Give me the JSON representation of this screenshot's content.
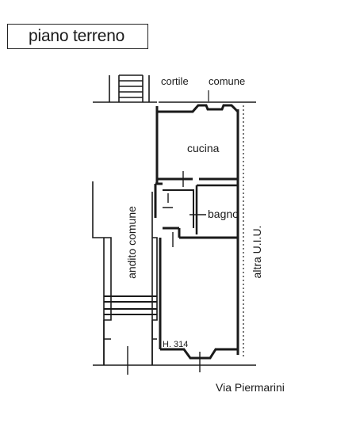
{
  "header": {
    "floor_label": "piano terreno"
  },
  "rooms": {
    "cucina": "cucina",
    "bagno": "bagno"
  },
  "surroundings": {
    "cortile": "cortile",
    "comune": "comune",
    "andito": "andito comune",
    "altra_uiu": "altra U.I.U.",
    "street": "Via Piermarini"
  },
  "annotations": {
    "height": "H. 314"
  },
  "colors": {
    "ink": "#1a1a1a",
    "background": "#ffffff"
  }
}
